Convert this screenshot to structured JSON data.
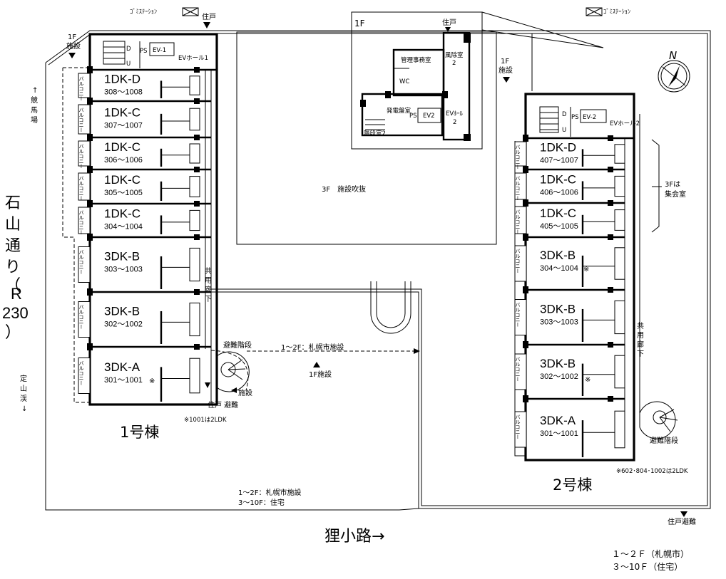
{
  "labels": {
    "garbage_station_left": "ｺﾞﾐｽﾃｰｼｮﾝ",
    "garbage_station_right": "ｺﾞﾐｽﾃｰｼｮﾝ",
    "entrance_top_left": "住戸",
    "entrance_inset": "住戸",
    "facility_1f_left": "1F\n施設",
    "facility_1f_right": "1F\n施設",
    "keibajo": "↑\n競\n馬\n場",
    "jozankei": "定\n山\n渓\n↓",
    "ishiyama": "石山通り（R230）",
    "tanukikoji": "狸小路→",
    "evac_stairs_left": "避難階段",
    "evac_stairs_right": "避難階段",
    "sapporo_line": "1～2F：札幌市施設",
    "facility_1f_center": "1F施設",
    "facility_arrow": "◀ 施設",
    "entrance_evac_left": "住戸 避難",
    "entrance_evac_right": "住戸避難",
    "note_left": "※1001は2LDK",
    "note_right": "※602･804･1002は2LDK",
    "atrium": "3F　施設吹抜",
    "meeting_room": "3Fは\n集会室",
    "building1": "1号棟",
    "building2": "2号棟",
    "usage_line1": "1～2F：札幌市施設",
    "usage_line2": "3～10F：住宅",
    "footer_line1": "１～２Ｆ（札幌市）",
    "footer_line2": "３～10Ｆ（住宅）",
    "north": "N",
    "corridor_left": "共\n用\n廊\n下",
    "corridor_right": "共\n用\n廊\n下",
    "ev1": "EV-1",
    "ev2": "EV-2",
    "ev_hall1": "EVホール1",
    "ev_hall2": "EVホール2",
    "ps": "PS",
    "balcony": "バルコニー",
    "mark": "※"
  },
  "inset": {
    "title": "1F",
    "management": "管理事務室",
    "wind_room": "風除室\n2",
    "wc": "WC",
    "electric": "発電盤室",
    "ev2": "EV2",
    "ev_hall2": "EVホール\n2",
    "stair": "階段室2",
    "ps": "PS"
  },
  "building1": [
    {
      "type": "1DK-D",
      "nums": "308～1008"
    },
    {
      "type": "1DK-C",
      "nums": "307～1007"
    },
    {
      "type": "1DK-C",
      "nums": "306～1006"
    },
    {
      "type": "1DK-C",
      "nums": "305～1005"
    },
    {
      "type": "1DK-C",
      "nums": "304～1004"
    },
    {
      "type": "3DK-B",
      "nums": "303～1003"
    },
    {
      "type": "3DK-B",
      "nums": "302～1002"
    },
    {
      "type": "3DK-A",
      "nums": "301～1001"
    }
  ],
  "building2": [
    {
      "type": "1DK-D",
      "nums": "407～1007"
    },
    {
      "type": "1DK-C",
      "nums": "406～1006"
    },
    {
      "type": "1DK-C",
      "nums": "405～1005"
    },
    {
      "type": "3DK-B",
      "nums": "304～1004"
    },
    {
      "type": "3DK-B",
      "nums": "303～1003"
    },
    {
      "type": "3DK-B",
      "nums": "302～1002"
    },
    {
      "type": "3DK-A",
      "nums": "301～1001"
    }
  ]
}
